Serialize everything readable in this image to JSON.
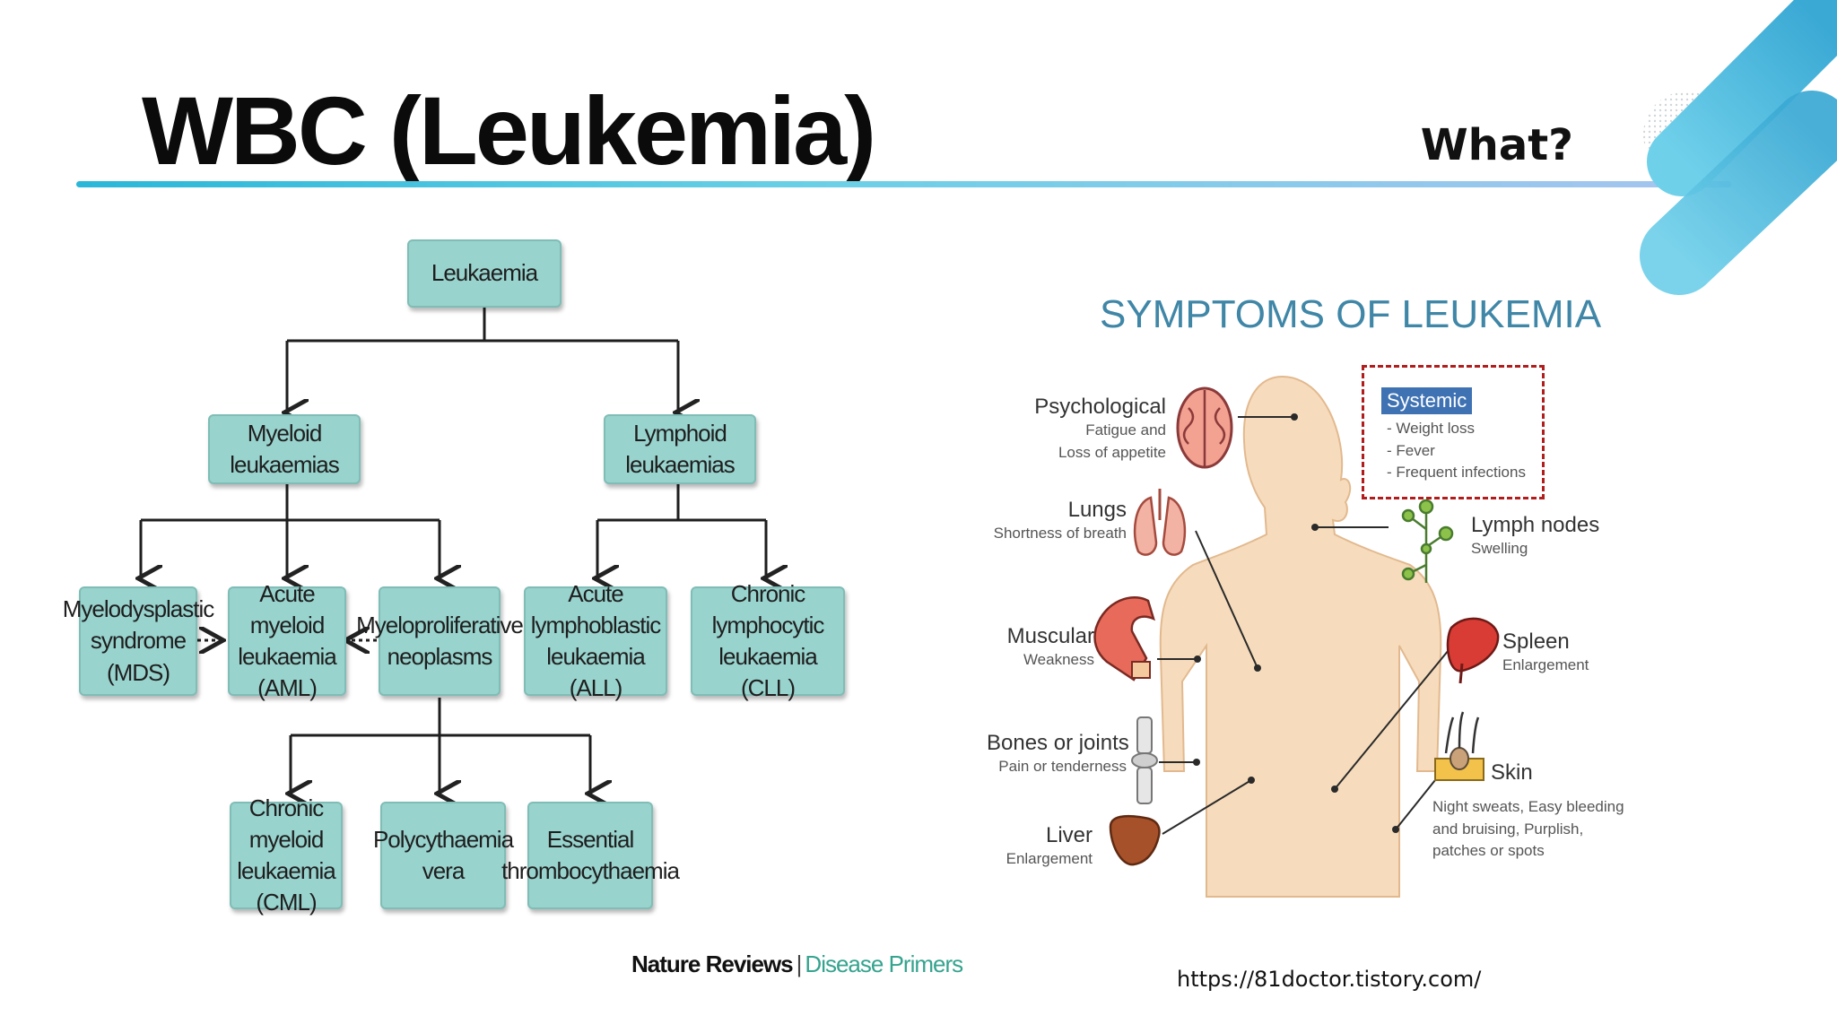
{
  "slide": {
    "title": "WBC (Leukemia)",
    "subtitle": "What?",
    "source_url": "https://81doctor.tistory.com/"
  },
  "classification": {
    "root": "Leukaemia",
    "myeloid": "Myeloid leukaemias",
    "lymphoid": "Lymphoid leukaemias",
    "mds": "Myelodysplastic\nsyndrome (MDS)",
    "aml": "Acute myeloid\nleukaemia (AML)",
    "mpn": "Myeloproliferative\nneoplasms",
    "all": "Acute lymphoblastic\nleukaemia (ALL)",
    "cll": "Chronic lymphocytic\nleukaemia (CLL)",
    "cml": "Chronic myeloid\nleukaemia (CML)",
    "pv": "Polycythaemia\nvera",
    "et": "Essential\nthrombocythaemia",
    "credit_a": "Nature Reviews",
    "credit_sep": "|",
    "credit_b": "Disease Primers",
    "colors": {
      "node_fill": "#98d3cd",
      "node_border": "#7fbdb6",
      "credit_accent": "#35a38e"
    }
  },
  "symptoms": {
    "title": "SYMPTOMS OF LEUKEMIA",
    "psych": {
      "label": "Psychological",
      "detail1": "Fatigue and",
      "detail2": "Loss of appetite",
      "icon": "brain-icon"
    },
    "lungs": {
      "label": "Lungs",
      "detail1": "Shortness of breath",
      "icon": "lungs-icon"
    },
    "muscular": {
      "label": "Muscular",
      "detail1": "Weakness",
      "icon": "muscle-arm-icon"
    },
    "bones": {
      "label": "Bones or joints",
      "detail1": "Pain or tenderness",
      "icon": "knee-joint-icon"
    },
    "liver": {
      "label": "Liver",
      "detail1": "Enlargement",
      "icon": "liver-icon"
    },
    "systemic": {
      "label": "Systemic",
      "items": [
        "- Weight loss",
        "- Fever",
        "- Frequent infections"
      ]
    },
    "lymph": {
      "label": "Lymph nodes",
      "detail1": "Swelling",
      "icon": "lymph-nodes-icon"
    },
    "spleen": {
      "label": "Spleen",
      "detail1": "Enlargement",
      "icon": "spleen-icon"
    },
    "skin": {
      "label": "Skin",
      "detail1": "Night sweats, Easy bleeding",
      "detail2": "and bruising, Purplish,",
      "detail3": "patches or spots",
      "icon": "skin-hair-icon"
    },
    "colors": {
      "title": "#3f86a7",
      "body": "#f6dcbc",
      "body_outline": "#e2b98f",
      "systemic_tag": "#3e72b3",
      "dashed_box": "#b11d1d"
    }
  }
}
